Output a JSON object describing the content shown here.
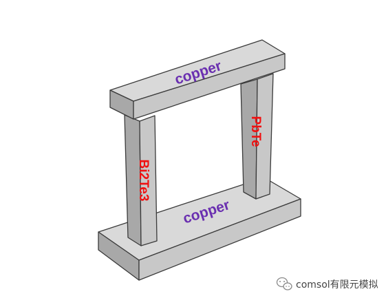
{
  "labels": {
    "top_beam": "copper",
    "bottom_base": "copper",
    "left_leg": "Bi2Te3",
    "right_leg": "PbTe"
  },
  "watermark": {
    "text": "comsol有限元模拟",
    "icon": "wechat-icon"
  },
  "colors": {
    "copper_label": "#6a2fb0",
    "leg_label": "#f01010",
    "block_top": "#d9d9d9",
    "block_front": "#c8c8c8",
    "block_side": "#a8a8a8"
  }
}
